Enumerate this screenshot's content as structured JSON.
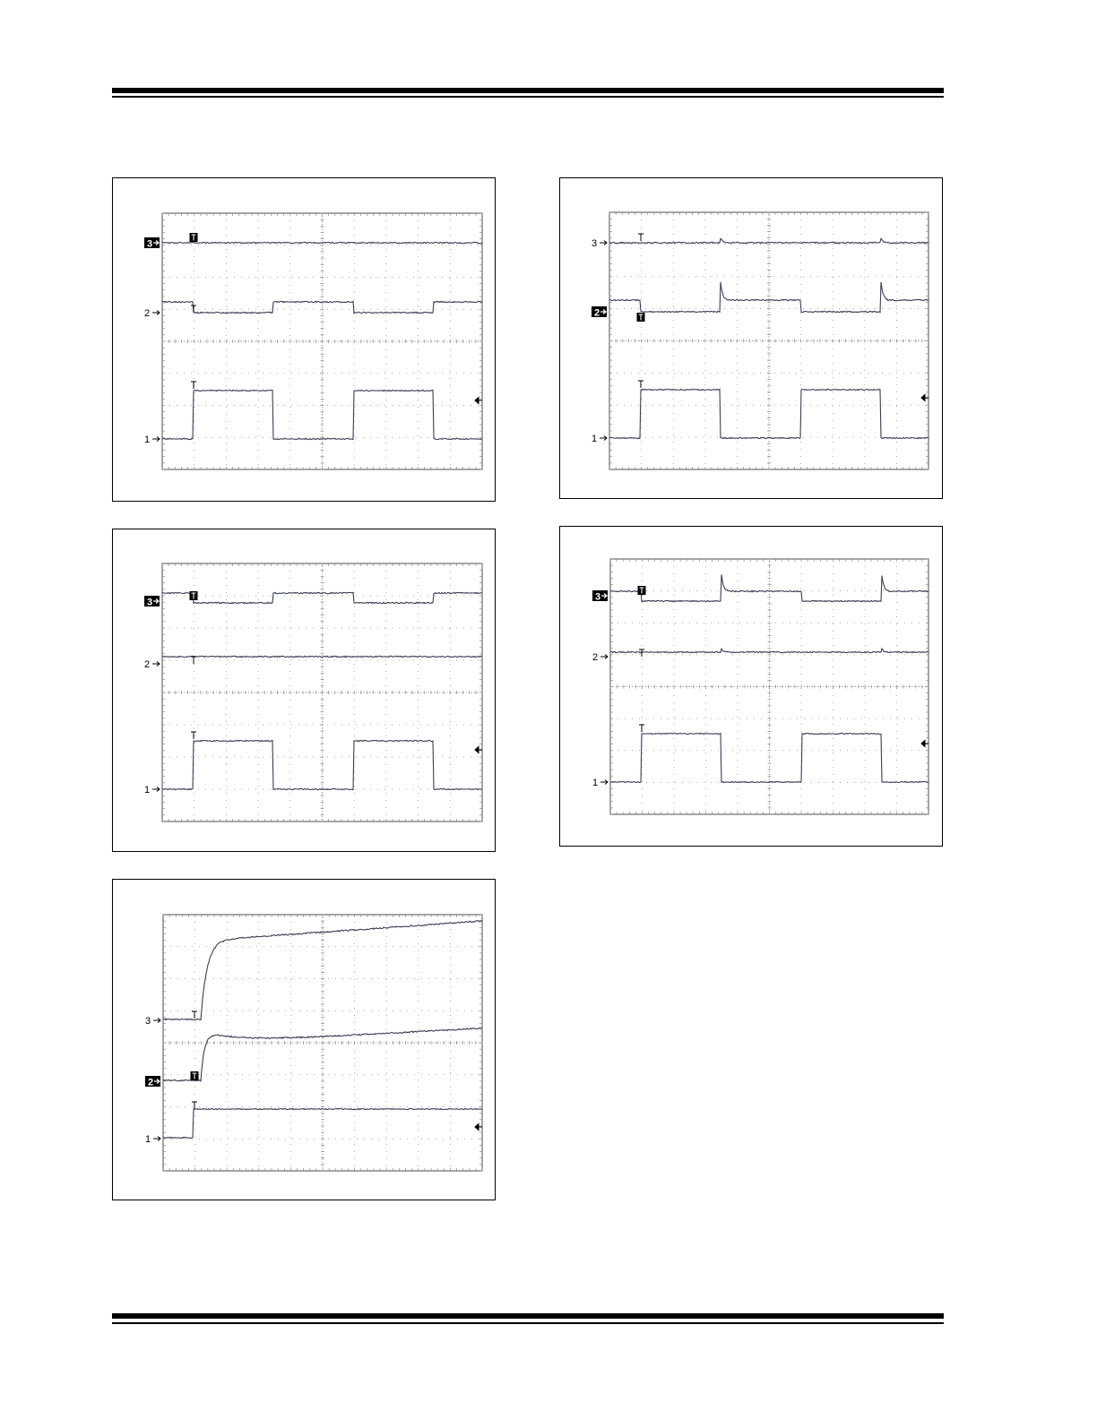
{
  "page": {
    "background": "#ffffff",
    "rule_color": "#000000"
  },
  "scope_style": {
    "trace_color": "#3a3f52",
    "grid_color": "#8c8c8c",
    "graticule_border": "#6a6a6a",
    "marker_fill": "#000000",
    "marker_text": "#ffffff"
  },
  "figures": [
    {
      "id": "fig-top-left",
      "channels": [
        {
          "label": "3",
          "highlighted": true
        },
        {
          "label": "2",
          "highlighted": false
        },
        {
          "label": "1",
          "highlighted": false
        }
      ],
      "trigger_marker": "T",
      "trigger_channel": "3",
      "right_arrow": "◂"
    },
    {
      "id": "fig-top-right",
      "channels": [
        {
          "label": "3",
          "highlighted": false
        },
        {
          "label": "2",
          "highlighted": true
        },
        {
          "label": "1",
          "highlighted": false
        }
      ],
      "trigger_marker": "T",
      "trigger_channel": "2",
      "right_arrow": "◂"
    },
    {
      "id": "fig-middle-left",
      "channels": [
        {
          "label": "3",
          "highlighted": true
        },
        {
          "label": "2",
          "highlighted": false
        },
        {
          "label": "1",
          "highlighted": false
        }
      ],
      "trigger_marker": "T",
      "trigger_channel": "3",
      "right_arrow": "◂"
    },
    {
      "id": "fig-middle-right",
      "channels": [
        {
          "label": "3",
          "highlighted": true
        },
        {
          "label": "2",
          "highlighted": false
        },
        {
          "label": "1",
          "highlighted": false
        }
      ],
      "trigger_marker": "T",
      "trigger_channel": "3",
      "right_arrow": "◂"
    },
    {
      "id": "fig-bottom-left",
      "channels": [
        {
          "label": "3",
          "highlighted": false
        },
        {
          "label": "2",
          "highlighted": true
        },
        {
          "label": "1",
          "highlighted": false
        }
      ],
      "trigger_marker": "T",
      "trigger_channel": "2",
      "right_arrow": "◂"
    }
  ]
}
